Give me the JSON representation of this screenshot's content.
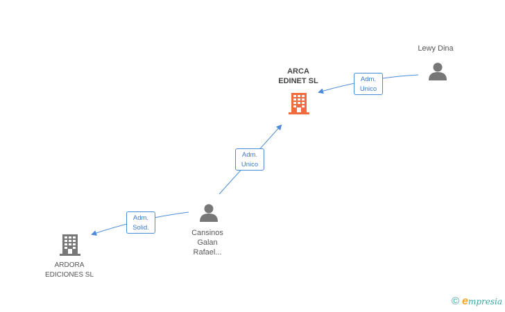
{
  "nodes": {
    "arca": {
      "line1": "ARCA",
      "line2": "EDINET SL",
      "color": "#f26a3d",
      "kind": "company"
    },
    "ardora": {
      "line1": "ARDORA",
      "line2": "EDICIONES SL",
      "color": "#777777",
      "kind": "company"
    },
    "lewy": {
      "line1": "Lewy Dina",
      "kind": "person",
      "color": "#777777"
    },
    "cansinos": {
      "line1": "Cansinos",
      "line2": "Galan",
      "line3": "Rafael...",
      "kind": "person",
      "color": "#777777"
    }
  },
  "edges": {
    "lewy_arca": {
      "line1": "Adm.",
      "line2": "Unico"
    },
    "cansinos_arca": {
      "line1": "Adm.",
      "line2": "Unico"
    },
    "cansinos_ardora": {
      "line1": "Adm.",
      "line2": "Solid."
    }
  },
  "colors": {
    "edge": "#4a8ad8",
    "accent": "#f26a3d",
    "brand": "#3aa4a0"
  },
  "footer": {
    "copyright": "©",
    "brand_e": "e",
    "brand_rest": "mpresia"
  }
}
